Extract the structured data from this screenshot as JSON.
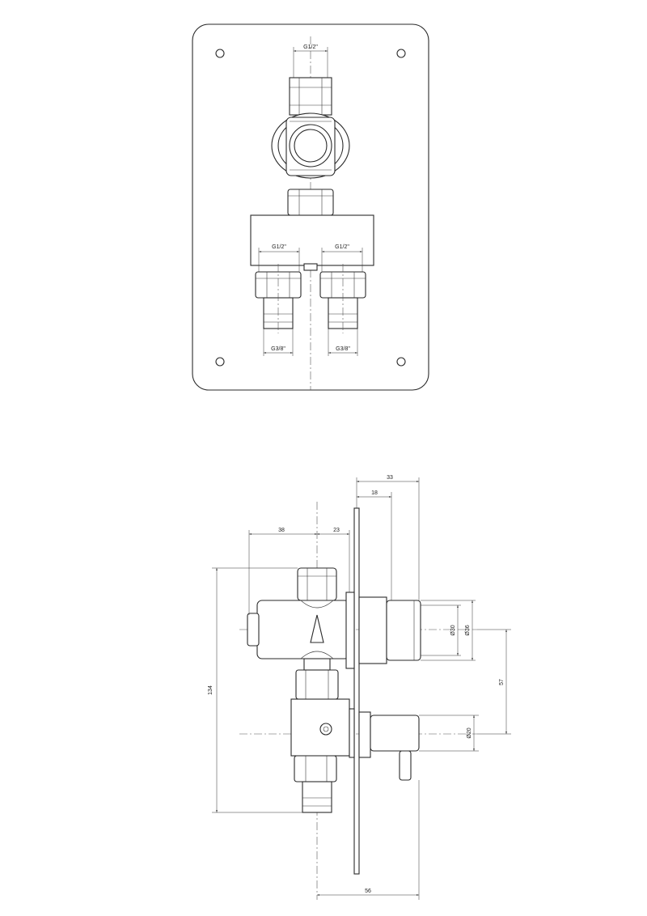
{
  "front_view": {
    "inlet_thread": "G1/2\"",
    "outlet_thread_left": "G1/2\"",
    "outlet_thread_right": "G1/2\"",
    "connection_left": "G3/8\"",
    "connection_right": "G3/8\""
  },
  "side_view": {
    "dim_depth_33": "33",
    "dim_depth_18": "18",
    "dim_width_38": "38",
    "dim_width_23": "23",
    "dim_height_134": "134",
    "dim_diam_30": "Ø30",
    "dim_diam_36": "Ø36",
    "dim_spacing_57": "57",
    "dim_diam_20": "Ø20",
    "dim_total_56": "56"
  }
}
